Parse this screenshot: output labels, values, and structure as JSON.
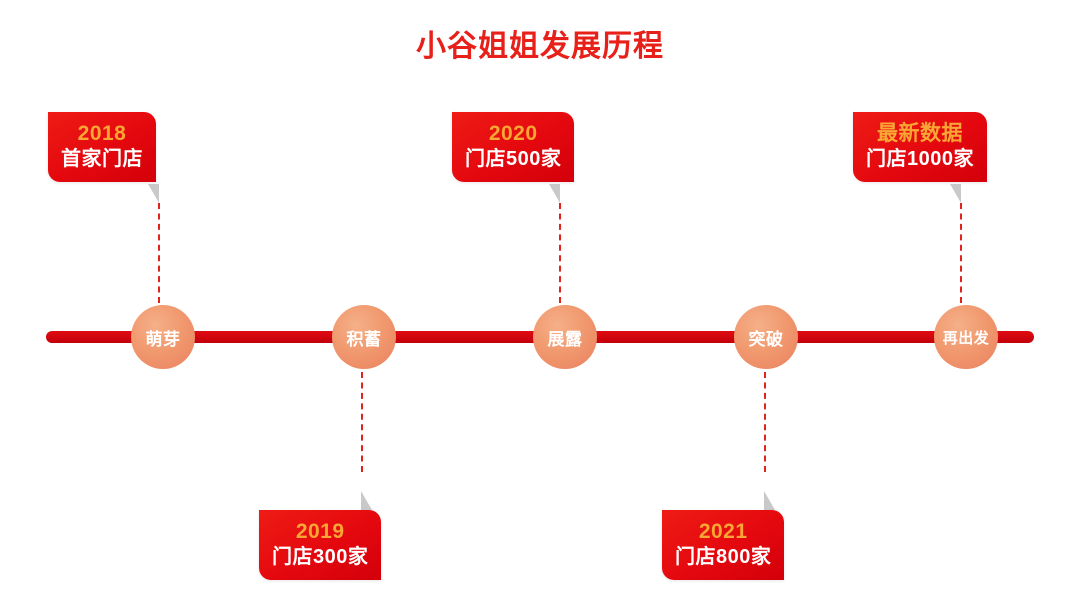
{
  "page": {
    "title": "小谷姐姐发展历程",
    "background_color": "#ffffff"
  },
  "colors": {
    "title_red": "#E8201A",
    "card_red": "#E4080E",
    "card_year_orange": "#F9A634",
    "card_text_white": "#FFFFFF",
    "node_orange": "#F1996F",
    "rail_red": "#D2000A",
    "dash_red": "#E0231B",
    "tail_gray": "#C9C9C9"
  },
  "timeline": {
    "nodes": [
      {
        "label": "萌芽"
      },
      {
        "label": "积蓄"
      },
      {
        "label": "展露"
      },
      {
        "label": "突破"
      },
      {
        "label": "再出发"
      }
    ],
    "milestones": [
      {
        "year": "2018",
        "detail": "首家门店",
        "position": "above",
        "node": "萌芽"
      },
      {
        "year": "2019",
        "detail": "门店300家",
        "position": "below",
        "node": "积蓄"
      },
      {
        "year": "2020",
        "detail": "门店500家",
        "position": "above",
        "node": "展露"
      },
      {
        "year": "2021",
        "detail": "门店800家",
        "position": "below",
        "node": "突破"
      },
      {
        "year": "最新数据",
        "detail": "门店1000家",
        "position": "above",
        "node": "再出发"
      }
    ]
  }
}
